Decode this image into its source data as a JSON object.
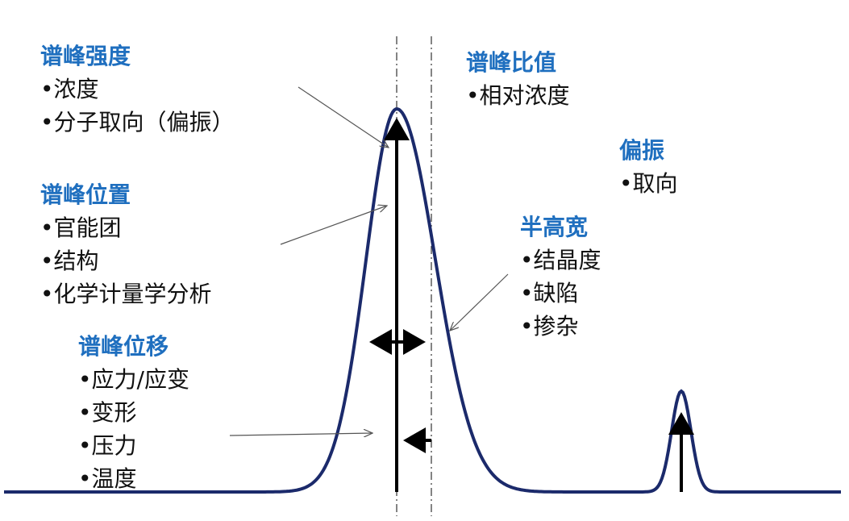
{
  "colors": {
    "heading": "#1f6fbf",
    "text": "#111111",
    "curve": "#1b2a6b",
    "arrow": "#000000",
    "pointer": "#555555"
  },
  "groups": {
    "intensity": {
      "title": "谱峰强度",
      "items": [
        "•浓度",
        "•分子取向（偏振）"
      ]
    },
    "position": {
      "title": "谱峰位置",
      "items": [
        "•官能团",
        "•结构",
        "•化学计量学分析"
      ]
    },
    "shift": {
      "title": "谱峰位移",
      "items": [
        "•应力/应变",
        "•变形",
        "•压力",
        "•温度"
      ]
    },
    "ratio": {
      "title": "谱峰比值",
      "items": [
        "•相对浓度"
      ]
    },
    "polarization": {
      "title": "偏振",
      "items": [
        "•取向"
      ]
    },
    "fwhm": {
      "title": "半高宽",
      "items": [
        "•结晶度",
        "•缺陷",
        "•掺杂"
      ]
    }
  }
}
